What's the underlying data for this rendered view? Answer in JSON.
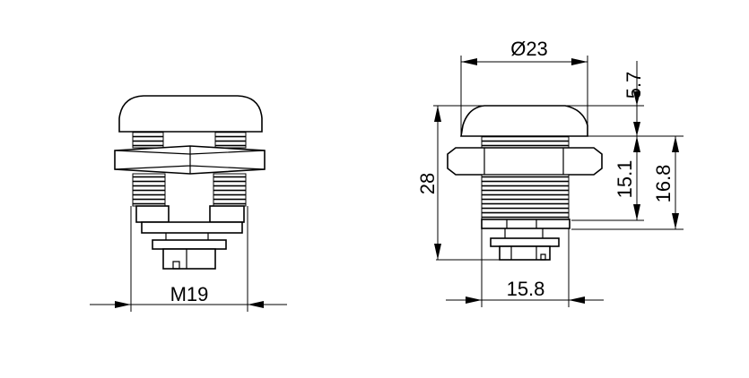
{
  "drawing": {
    "front_view": {
      "thread_label": "M19"
    },
    "side_view": {
      "cap_diameter": "23",
      "diameter_symbol": "Ø",
      "cap_height": "5.7",
      "total_height": "28",
      "body_height_a": "15.1",
      "body_height_b": "16.8",
      "body_width": "15.8"
    },
    "line_color": "#000000"
  }
}
